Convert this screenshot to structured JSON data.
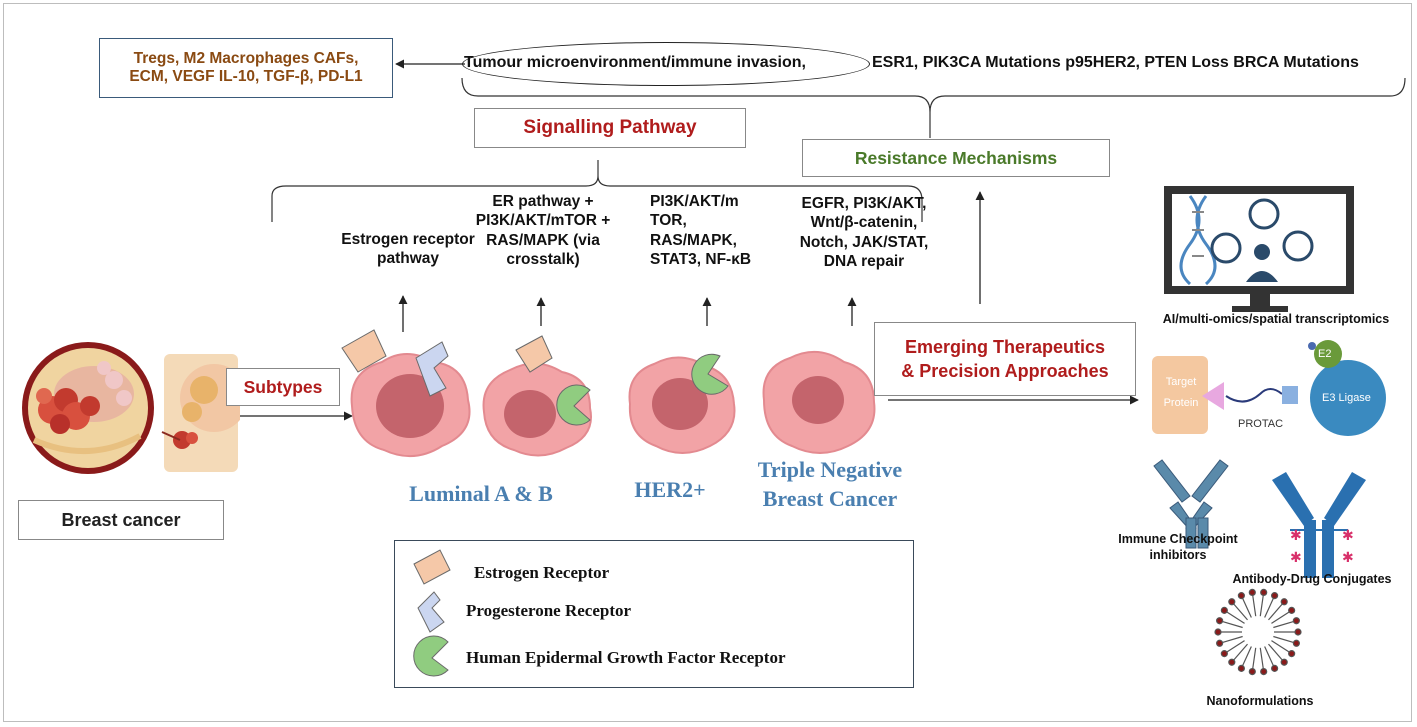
{
  "tme_box": {
    "line1": "Tregs, M2 Macrophages CAFs,",
    "line2": "ECM, VEGF IL-10, TGF-β, PD-L1"
  },
  "top_oval": "Tumour microenvironment/immune invasion,",
  "top_mutations": "ESR1, PIK3CA Mutations p95HER2, PTEN Loss BRCA Mutations",
  "signalling_pathway": "Signalling Pathway",
  "resistance_mechanisms": "Resistance Mechanisms",
  "pathways": {
    "estrogen": [
      "Estrogen receptor",
      "pathway"
    ],
    "luminal": [
      "ER pathway +",
      "PI3K/AKT/mTOR +",
      "RAS/MAPK (via",
      "crosstalk)"
    ],
    "her2": [
      "PI3K/AKT/m",
      "TOR,",
      "RAS/MAPK,",
      "STAT3, NF-κB"
    ],
    "tnbc": [
      "EGFR, PI3K/AKT,",
      "Wnt/β-catenin,",
      "Notch, JAK/STAT,",
      "DNA repair"
    ]
  },
  "subtypes_label": "Subtypes",
  "breast_cancer_label": "Breast cancer",
  "subtype_names": {
    "luminal": "Luminal A & B",
    "her2": "HER2+",
    "tnbc_line1": "Triple Negative",
    "tnbc_line2": "Breast Cancer"
  },
  "emerging": [
    "Emerging Therapeutics",
    "& Precision Approaches"
  ],
  "therapeutics": {
    "ai": "AI/multi-omics/spatial transcriptomics",
    "protac": "PROTAC",
    "target_protein": [
      "Target",
      "Protein"
    ],
    "e2": "E2",
    "e3": "E3 Ligase",
    "immune": [
      "Immune Checkpoint",
      "inhibitors"
    ],
    "adc": "Antibody-Drug Conjugates",
    "nano": "Nanoformulations"
  },
  "legend": {
    "estrogen": "Estrogen Receptor",
    "progesterone": "Progesterone Receptor",
    "her": "Human Epidermal Growth Factor Receptor"
  },
  "colors": {
    "brown_text": "#8a4a12",
    "red_text": "#b01c1c",
    "green_text": "#4a7a2a",
    "blue_text": "#4a7fb0",
    "cell_fill": "#f2a3a6",
    "nucleus_fill": "#c4646c",
    "estrogen_fill": "#f5c8a8",
    "progesterone_fill": "#cbd6f0",
    "her_fill": "#90cc80"
  }
}
